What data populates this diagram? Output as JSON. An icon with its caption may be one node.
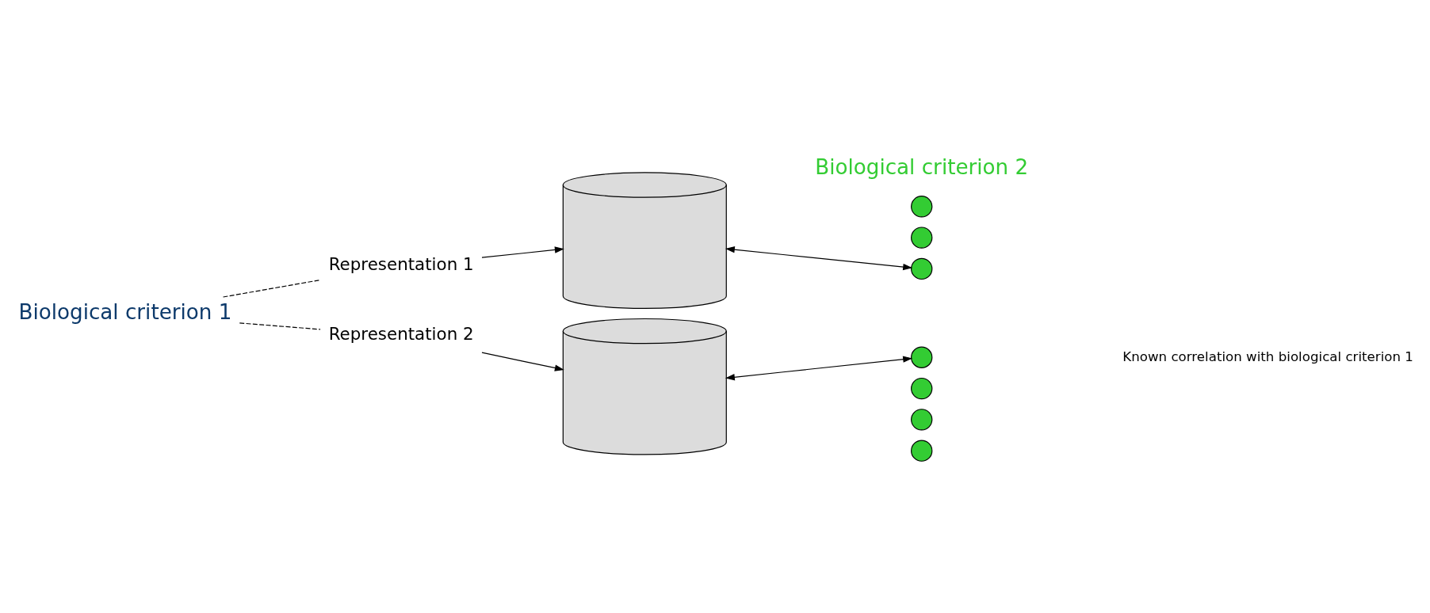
{
  "diagram": {
    "nodes": [
      {
        "text": [
          "Biological criterion 1"
        ]
      },
      {
        "text": [
          "Representation 1"
        ]
      },
      {
        "text": [],
        "shape": "cylinder"
      },
      {
        "text": [
          "Representation 2"
        ]
      },
      {
        "text": [],
        "shape": "cylinder"
      },
      {
        "text": [],
        "shape": "circle"
      },
      {
        "text": [],
        "shape": "circle"
      },
      {
        "text": [],
        "shape": "circle"
      },
      {
        "text": [],
        "shape": "circle"
      },
      {
        "text": [],
        "shape": "circle"
      },
      {
        "text": [],
        "shape": "circle"
      },
      {
        "text": [],
        "shape": "circle"
      }
    ],
    "edges": [
      {
        "from": 0,
        "to": 1,
        "arrow": "none",
        "style": "dashed"
      },
      {
        "from": 0,
        "to": 3,
        "arrow": "none",
        "style": "dashed"
      },
      {
        "from": 1,
        "to": 2,
        "arrow": "to"
      },
      {
        "from": 3,
        "to": 4,
        "arrow": "to"
      },
      {
        "from": 2,
        "to": 7,
        "arrow": "both"
      },
      {
        "from": 4,
        "to": 8,
        "arrow": "both"
      }
    ],
    "labels": [
      "Biological criterion 2",
      "Known correlation with biological criterion 1"
    ]
  }
}
